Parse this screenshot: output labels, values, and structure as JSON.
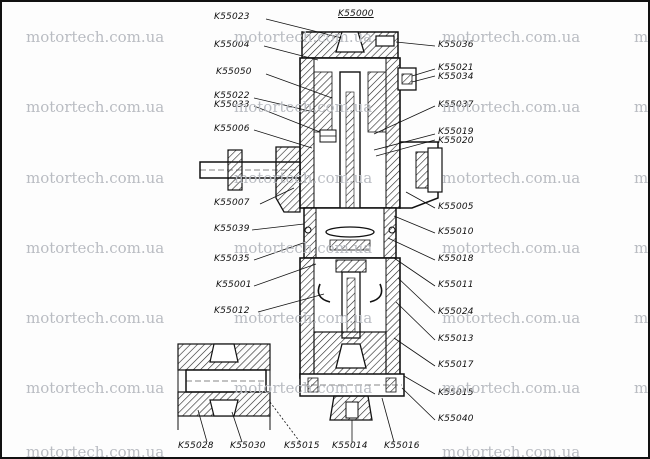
{
  "header_label": "K55000",
  "labels": {
    "k55023": "K55023",
    "k55004": "K55004",
    "k55050": "K55050",
    "k55022": "K55022",
    "k55033": "K55033",
    "k55006": "K55006",
    "k55007": "K55007",
    "k55039": "K55039",
    "k55035": "K55035",
    "k55001": "K55001",
    "k55012": "K55012",
    "k55036": "K55036",
    "k55021": "K55021",
    "k55034": "K55034",
    "k55037": "K55037",
    "k55019": "K55019",
    "k55020": "K55020",
    "k55005": "K55005",
    "k55010": "K55010",
    "k55018": "K55018",
    "k55011": "K55011",
    "k55024": "K55024",
    "k55013": "K55013",
    "k55017": "K55017",
    "k55015r": "K55015",
    "k55040": "K55040",
    "k55028": "K55028",
    "k55030": "K55030",
    "k55015b": "K55015",
    "k55014": "K55014",
    "k55016": "K55016"
  },
  "watermark": {
    "text": "motortech.com.ua"
  }
}
